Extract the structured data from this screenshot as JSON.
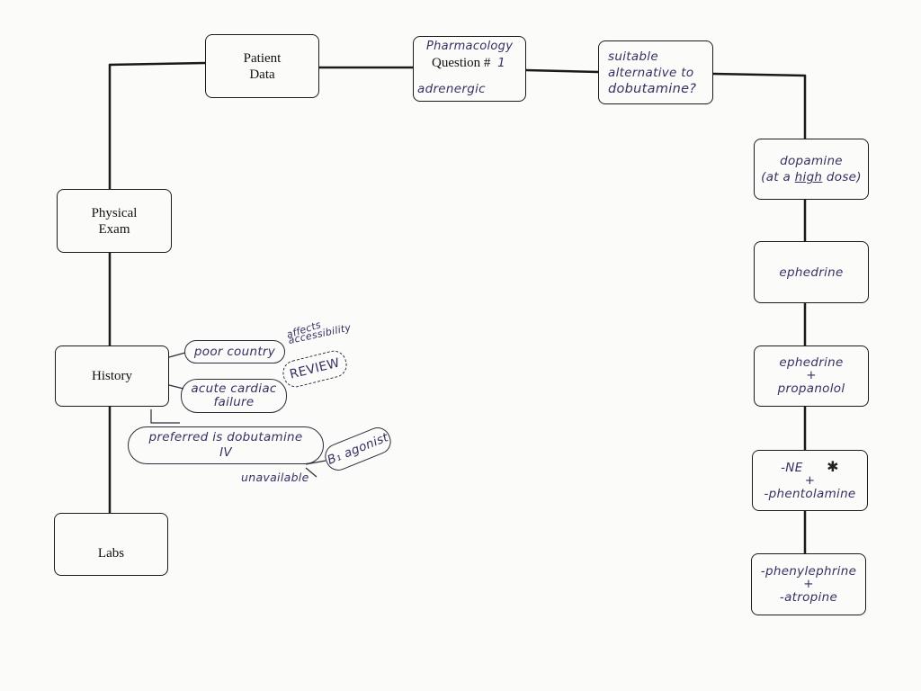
{
  "spine": {
    "patient_data": [
      "Patient",
      "Data"
    ],
    "physical_exam": [
      "Physical",
      "Exam"
    ],
    "history": "History",
    "labs": "Labs"
  },
  "question": {
    "subject": "Pharmacology",
    "label": "Question #",
    "number": "1",
    "topic": "adrenergic"
  },
  "prompt": [
    "suitable",
    "alternative to",
    "dobutamine?"
  ],
  "options": {
    "dopamine": {
      "line1": "dopamine",
      "line2_pre": "(at a ",
      "line2_high": "high",
      "line2_post": " dose)"
    },
    "ephedrine": "ephedrine",
    "ephedrine_prop": [
      "ephedrine",
      "+",
      "propanolol"
    ],
    "ne_phent": {
      "line1": "-NE",
      "star": "✱",
      "plus": "+",
      "line3": "-phentolamine"
    },
    "phenyl_atro": [
      "-phenylephrine",
      "+",
      "-atropine"
    ]
  },
  "history_notes": {
    "poor_country": "poor country",
    "affects": "affects",
    "accessibility": "accessibility",
    "acute_cardiac": [
      "acute cardiac",
      "failure"
    ],
    "review": "REVIEW",
    "preferred": [
      "preferred is dobutamine",
      "IV"
    ],
    "unavailable": "unavailable",
    "b1_agonist": "B₁ agonist"
  },
  "colors": {
    "ink": "#1a1a1a",
    "pen": "#3a2e63",
    "paper": "#fbfbf9"
  }
}
